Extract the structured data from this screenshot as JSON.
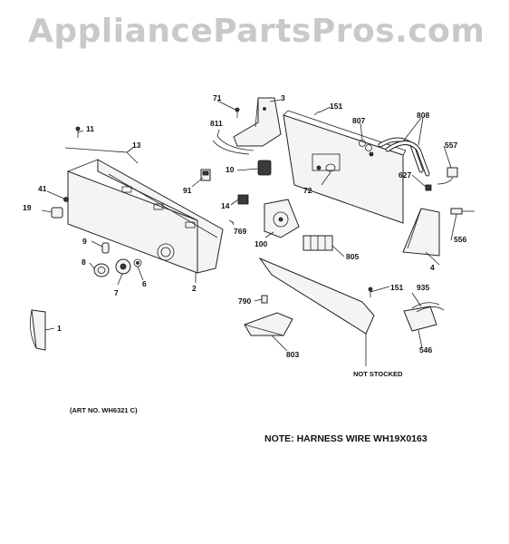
{
  "watermark": "AppliancePartsPros.com",
  "art_number": "(ART NO. WH6321 C)",
  "note": "NOTE: HARNESS WIRE WH19X0163",
  "not_stocked_label": "NOT STOCKED",
  "callouts": {
    "c71": "71",
    "c3": "3",
    "c151a": "151",
    "c807": "807",
    "c808": "808",
    "c811": "811",
    "c11": "11",
    "c13": "13",
    "c10": "10",
    "c91": "91",
    "c41": "41",
    "c19": "19",
    "c14": "14",
    "c769": "769",
    "c72": "72",
    "c557": "557",
    "c627": "627",
    "c556": "556",
    "c9": "9",
    "c8": "8",
    "c7": "7",
    "c6": "6",
    "c2": "2",
    "c100": "100",
    "c805": "805",
    "c4": "4",
    "c151b": "151",
    "c935": "935",
    "c790": "790",
    "c803": "803",
    "c546": "546",
    "c1": "1"
  }
}
